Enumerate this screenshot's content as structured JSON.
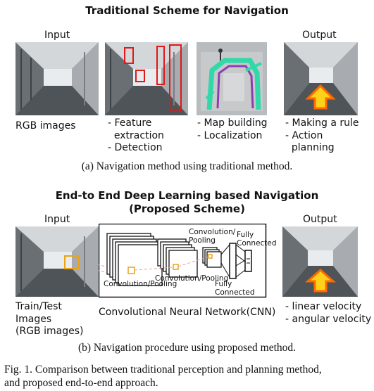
{
  "panel_a": {
    "title": "Traditional Scheme for Navigation",
    "input_label": "Input",
    "output_label": "Output",
    "col1": [
      "RGB images"
    ],
    "col2": [
      "- Feature",
      "  extraction",
      "- Detection"
    ],
    "col3": [
      "- Map building",
      "- Localization"
    ],
    "col4": [
      "- Making a rule",
      "- Action",
      "  planning"
    ],
    "caption": "(a) Navigation method using traditional method."
  },
  "panel_b": {
    "title_line1": "End-to End Deep Learning based Navigation",
    "title_line2": "(Proposed Scheme)",
    "input_label": "Input",
    "output_label": "Output",
    "cnn_labels": {
      "conv_pool_1": "Convolution/Pooling",
      "conv_pool_2": "Convolution/Pooling",
      "conv_pool_3_line1": "Convolution/",
      "conv_pool_3_line2": "Pooling",
      "fc_top_line1": "Fully",
      "fc_top_line2": "Connected",
      "fc_bottom_line1": "Fully",
      "fc_bottom_line2": "Connected"
    },
    "input_text": [
      "Train/Test",
      "Images",
      "(RGB images)"
    ],
    "cnn_text": "Convolutional Neural Network(CNN)",
    "output_text": [
      "- linear velocity",
      "- angular velocity"
    ],
    "caption": "(b) Navigation procedure using proposed method."
  },
  "figure_caption": {
    "line1": "Fig. 1.   Comparison between traditional perception and planning method,",
    "line2": "and proposed end-to-end approach."
  },
  "colors": {
    "detection_box": "#e01818",
    "arrow_fill": "#ffd21a",
    "arrow_glow": "#ff6a00",
    "input_box": "#e8a317",
    "map_green": "#2fd9a8",
    "map_purple": "#8b3fb5"
  }
}
